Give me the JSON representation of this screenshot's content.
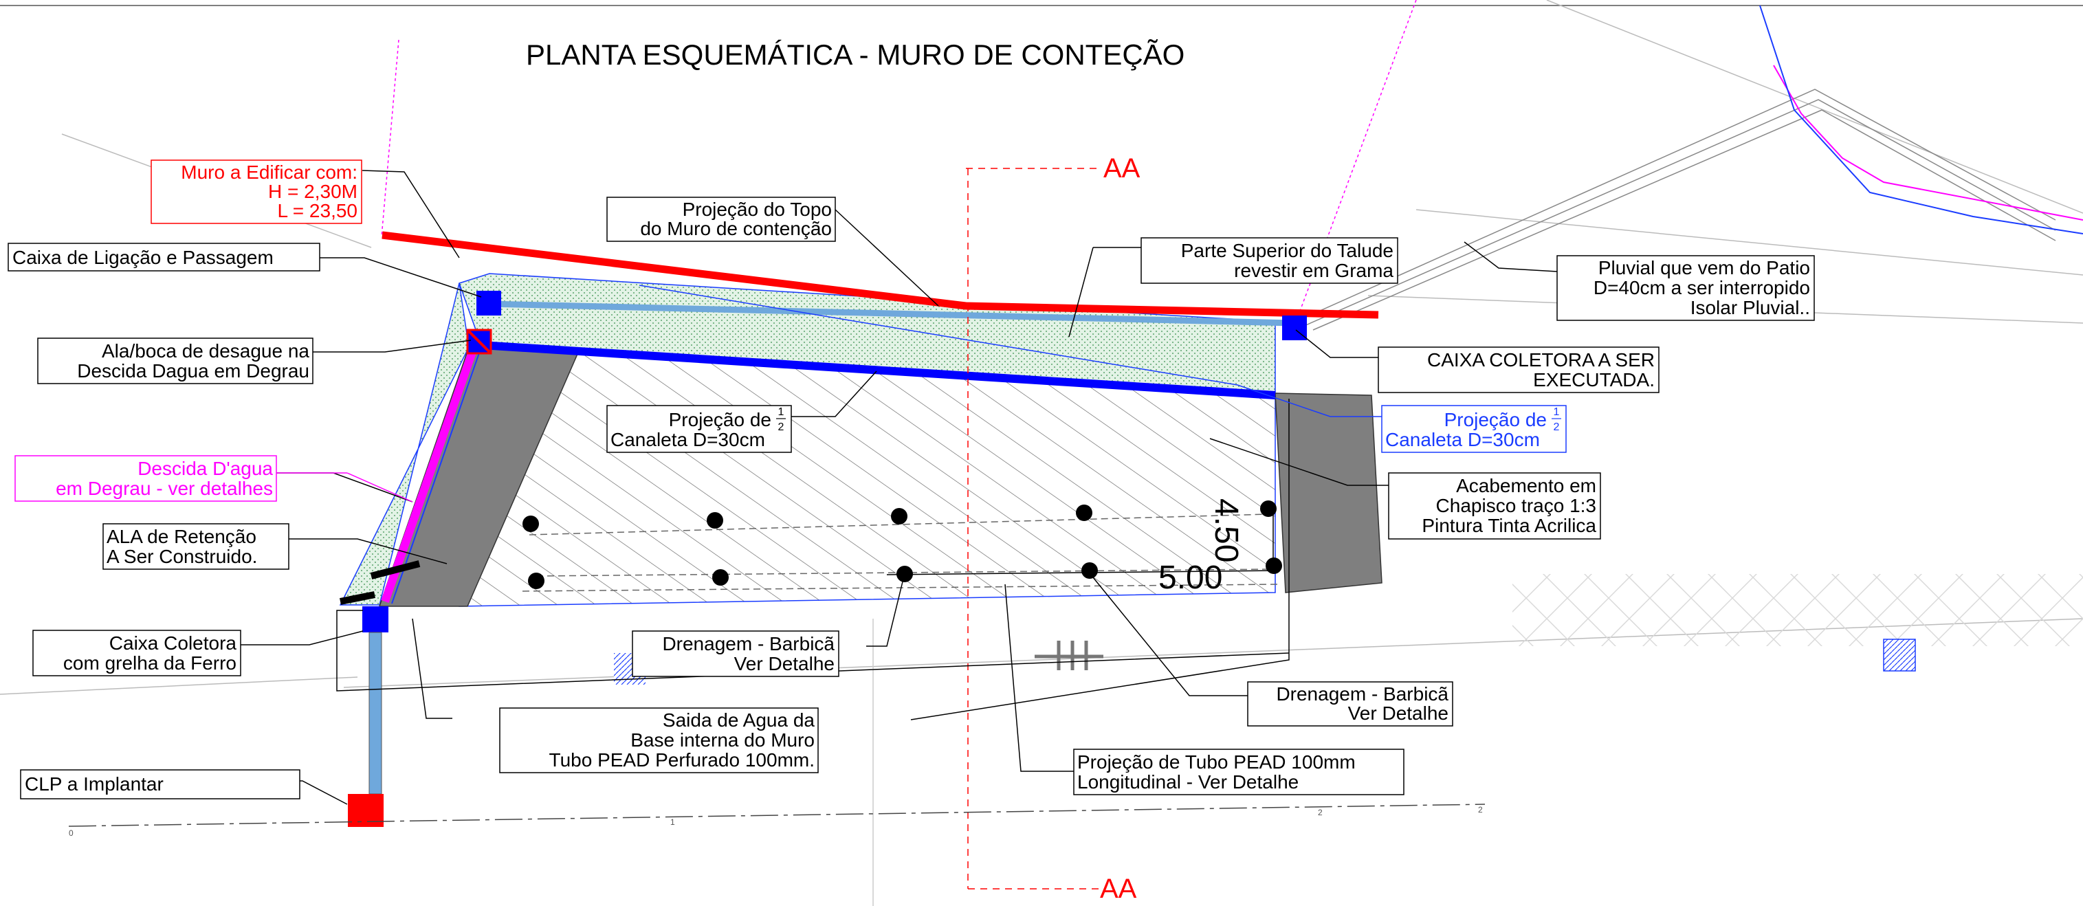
{
  "title": "PLANTA ESQUEMÁTICA - MURO DE CONTEÇÃO",
  "colors": {
    "wall": "#ff0000",
    "canaleta": "#0000ff",
    "descida": "#ff00ff",
    "grass": "#d6eedb",
    "concrete": "#808080",
    "line": "#000000",
    "tube": "#6fa8dc"
  },
  "section_cut": {
    "top": "AA",
    "bottom": "AA"
  },
  "labels": {
    "muro": [
      "Muro a Edificar com:",
      "H = 2,30M",
      "L = 23,50"
    ],
    "projecao_topo": [
      "Projeção do Topo",
      "do Muro de contenção"
    ],
    "caixa_ligacao": [
      "Caixa de Ligação e Passagem"
    ],
    "parte_superior": [
      "Parte Superior do Talude",
      "revestir em Grama"
    ],
    "pluvial": [
      "Pluvial que vem do Patio",
      "D=40cm a ser interropido",
      "Isolar Pluvial.."
    ],
    "ala_boca": [
      "Ala/boca de desague na",
      "Descida Dagua em Degrau"
    ],
    "caixa_coletora_executar": [
      "CAIXA COLETORA A SER",
      "EXECUTADA."
    ],
    "projecao_canaleta_black": [
      "Projeção de",
      "Canaleta D=30cm"
    ],
    "projecao_canaleta_blue": [
      "Projeção de",
      "Canaleta D=30cm"
    ],
    "fraction": {
      "num": "1",
      "den": "2"
    },
    "descida": [
      "Descida D'agua",
      "em Degrau - ver detalhes"
    ],
    "acabamento": [
      "Acabemento em",
      "Chapisco traço 1:3",
      "Pintura Tinta Acrilica"
    ],
    "ala_retencao": [
      "ALA de Retenção",
      "A Ser Construido."
    ],
    "caixa_coletora_grelha": [
      "Caixa Coletora",
      "com grelha da Ferro"
    ],
    "drenagem_left": [
      "Drenagem - Barbicã",
      "Ver Detalhe"
    ],
    "drenagem_right": [
      "Drenagem - Barbicã",
      "Ver Detalhe"
    ],
    "saida": [
      "Saida de Agua da",
      "Base interna do Muro",
      "Tubo PEAD Perfurado 100mm."
    ],
    "tubo": [
      "Projeção de Tubo PEAD 100mm",
      "Longitudinal - Ver Detalhe"
    ],
    "clp": [
      "CLP a Implantar"
    ]
  },
  "dimensions": {
    "width": "5.00",
    "depth": "4.50"
  },
  "scale_ticks": [
    "0",
    "1",
    "2",
    "2"
  ]
}
